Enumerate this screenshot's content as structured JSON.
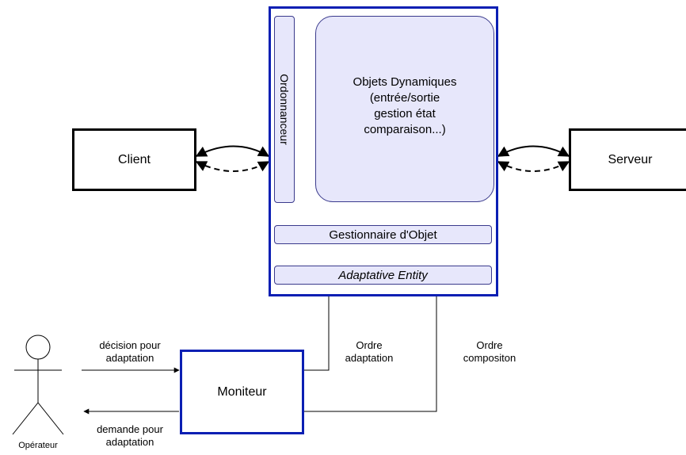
{
  "diagram": {
    "client_label": "Client",
    "server_label": "Serveur",
    "scheduler_label": "Ordonnanceur",
    "dynamic_objects": {
      "title": "Objets Dynamiques",
      "line2": "(entrée/sortie",
      "line3": "gestion état",
      "line4": "comparaison...)"
    },
    "object_manager_label": "Gestionnaire d'Objet",
    "adaptive_entity_label": "Adaptative Entity",
    "monitor_label": "Moniteur",
    "operator_label": "Opérateur",
    "edge_labels": {
      "decision_line1": "décision pour",
      "decision_line2": "adaptation",
      "request_line1": "demande pour",
      "request_line2": "adaptation",
      "order_adapt_line1": "Ordre",
      "order_adapt_line2": "adaptation",
      "order_comp_line1": "Ordre",
      "order_comp_line2": "compositon"
    },
    "colors": {
      "container_border": "#0b1fb3",
      "inner_fill": "#e7e7fb",
      "inner_border": "#3a3a8c"
    }
  }
}
